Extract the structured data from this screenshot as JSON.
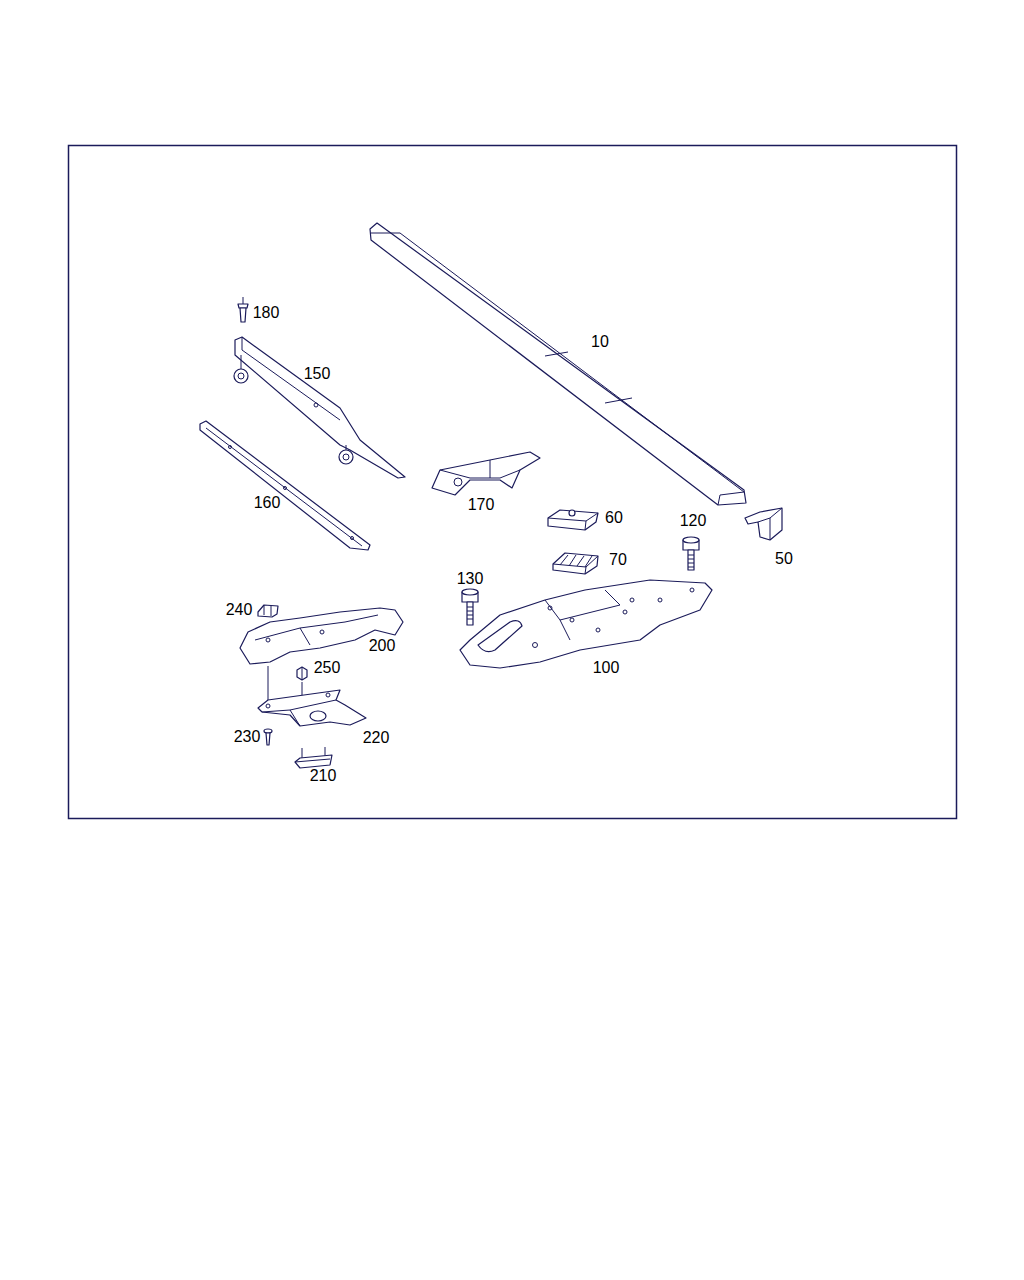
{
  "diagram": {
    "labels": [
      "180",
      "150",
      "10",
      "160",
      "170",
      "60",
      "120",
      "50",
      "70",
      "130",
      "240",
      "200",
      "250",
      "100",
      "230",
      "220",
      "210"
    ]
  }
}
